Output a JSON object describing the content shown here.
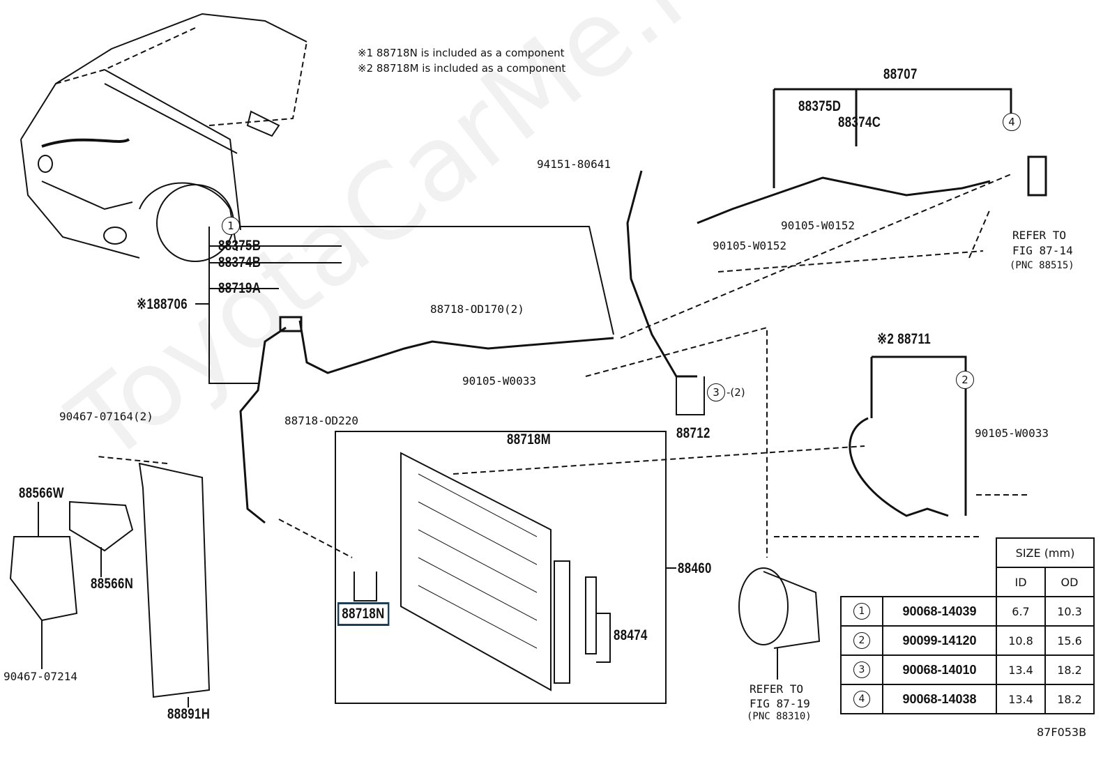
{
  "notes": [
    "※1 88718N is included as a component",
    "※2 88718M is included as a component"
  ],
  "labels": {
    "p88707": "88707",
    "p88375D": "88375D",
    "p88374C": "88374C",
    "p94151": "94151-80641",
    "p90105_w0152_a": "90105-W0152",
    "p90105_w0152_b": "90105-W0152",
    "p88375B": "88375B",
    "p88374B": "88374B",
    "p88719A": "88719A",
    "p88706": "※188706",
    "p88718_od170": "88718-OD170(2)",
    "p90105_w0033_a": "90105-W0033",
    "p88718_od220": "88718-OD220",
    "p90467_07164": "90467-07164(2)",
    "p88711": "※2 88711",
    "p88712": "88712",
    "p88718M": "88718M",
    "p90105_w0033_b": "90105-W0033",
    "p88566W": "88566W",
    "p88566N": "88566N",
    "p88460": "88460",
    "p88718N": "88718N",
    "p88474": "88474",
    "p90467_07214": "90467-07214",
    "p88891H": "88891H",
    "qty3": "-(2)"
  },
  "refs": [
    {
      "line1": "REFER TO",
      "line2": "FIG 87-14",
      "line3": "(PNC 88515)"
    },
    {
      "line1": "REFER TO",
      "line2": "FIG 87-19",
      "line3": "(PNC 88310)"
    }
  ],
  "circles": [
    "1",
    "2",
    "3",
    "4"
  ],
  "size_table": {
    "header": "SIZE (mm)",
    "cols": [
      "ID",
      "OD"
    ],
    "rows": [
      {
        "ref": "1",
        "part": "90068-14039",
        "id": "6.7",
        "od": "10.3"
      },
      {
        "ref": "2",
        "part": "90099-14120",
        "id": "10.8",
        "od": "15.6"
      },
      {
        "ref": "3",
        "part": "90068-14010",
        "id": "13.4",
        "od": "18.2"
      },
      {
        "ref": "4",
        "part": "90068-14038",
        "id": "13.4",
        "od": "18.2"
      }
    ]
  },
  "figure_code": "87F053B",
  "watermark": "ToyotaCarMe.ru"
}
